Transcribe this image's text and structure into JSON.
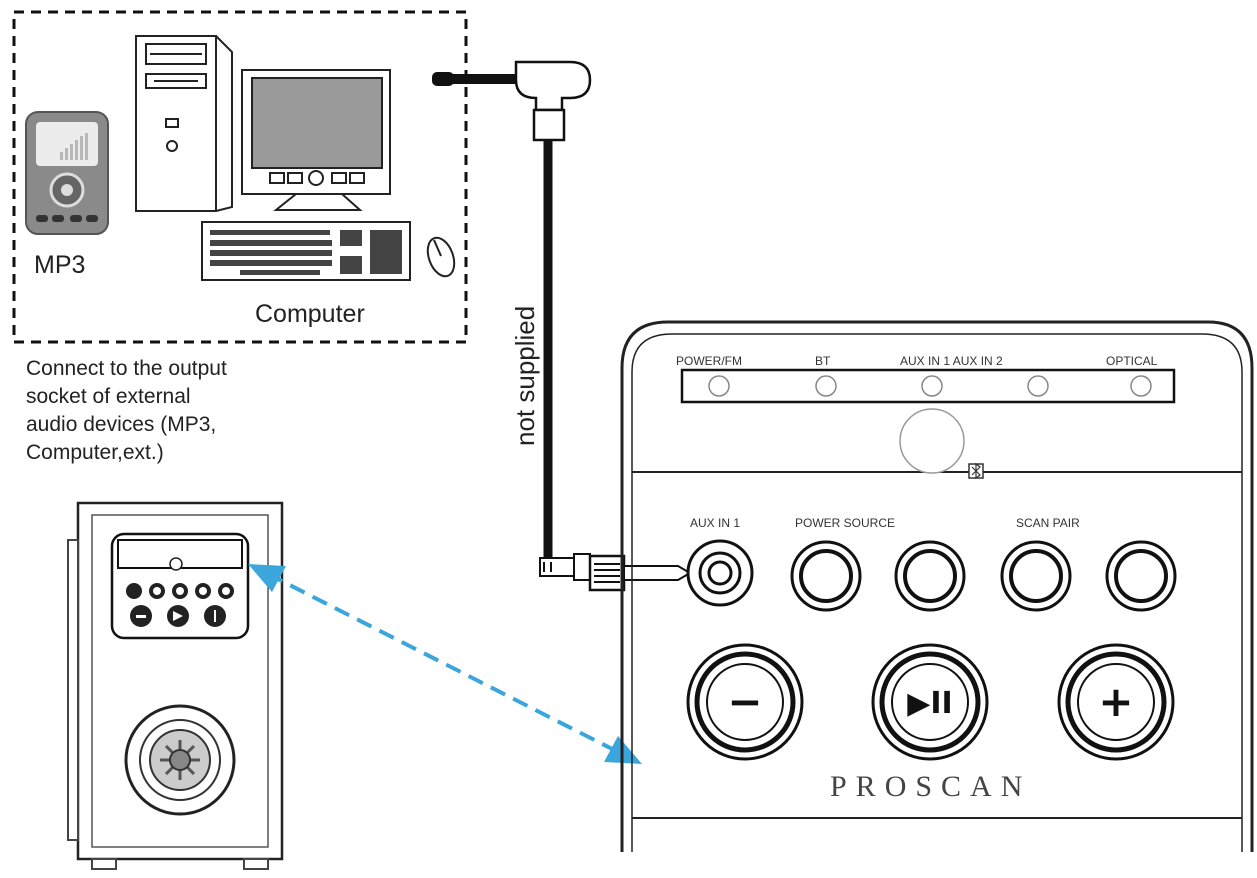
{
  "devices": {
    "mp3_label": "MP3",
    "computer_label": "Computer",
    "connect_note": [
      "Connect to the output",
      "socket of external",
      "audio devices (MP3,",
      "Computer,ext.)"
    ]
  },
  "cable": {
    "label": "not supplied",
    "arrow_color": "#3aa6dc"
  },
  "panel": {
    "indicators": [
      "POWER/FM",
      "BT",
      "AUX IN 1 AUX IN 2",
      "OPTICAL"
    ],
    "input_label": "AUX IN 1",
    "button_groups": [
      "POWER SOURCE",
      "SCAN  PAIR"
    ],
    "big_buttons": [
      "−",
      "▶II",
      "+"
    ],
    "brand": "PROSCAN"
  }
}
